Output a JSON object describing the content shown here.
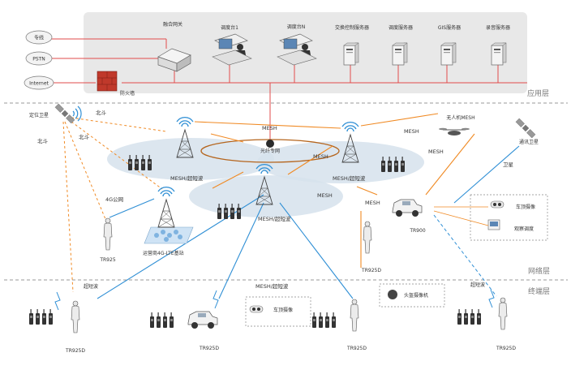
{
  "layers": {
    "application": "应用层",
    "network": "网络层",
    "terminal": "终端层"
  },
  "inputs": {
    "dedicated_line": "专线",
    "pstn": "PSTN",
    "internet": "Internet",
    "firewall": "防火墙"
  },
  "servers": {
    "gateway": "融合网关",
    "dispatch1": "调度台1",
    "dispatchN": "调度台N",
    "switch": "交换控制服务器",
    "dispatch_server": "调度服务器",
    "gis": "GIS服务器",
    "recording": "录音服务器"
  },
  "network": {
    "beidou_sat": "定位卫星",
    "beidou_a": "北斗",
    "beidou_b": "北斗",
    "beidou_c": "北斗",
    "mesh_top": "MESH",
    "mesh_right": "MESH",
    "mesh_mid": "MESH",
    "mesh_center": "MESH",
    "mesh_lower": "MESH",
    "mesh_vehicle": "MESH",
    "private_net": "光纤专网",
    "ultra_left": "MESH/超短波",
    "ultra_right": "MESH/超短波",
    "ultra_center": "MESH/超短波",
    "uav_mesh": "无人机MESH",
    "comm_sat": "通讯卫星",
    "satellite": "卫星",
    "public_4g": "4G公网",
    "lte_base": "运营商4G-LTE基站"
  },
  "devices": {
    "tr925_net": "TR925",
    "tr925d_net": "TR925D",
    "tr900": "TR900",
    "vehicle_cam_net": "车顶摄像",
    "observe_dispatch": "观察调度"
  },
  "terminal": {
    "ultra_left": "超短波",
    "mesh_ultra": "MESH/超短波",
    "ultra_right": "超短波",
    "vehicle_cam": "车顶摄像",
    "helmet_cam": "头盔摄像机",
    "tr925d_1": "TR925D",
    "tr925d_2": "TR925D",
    "tr925d_3": "TR925D",
    "tr925d_4": "TR925D"
  },
  "colors": {
    "panel": "#e8e8e8",
    "red_line": "#e24b4b",
    "orange": "#f08a24",
    "blue": "#2f8fd5",
    "ellipse": "#d6e2ec",
    "divider": "#9a9a9a"
  }
}
